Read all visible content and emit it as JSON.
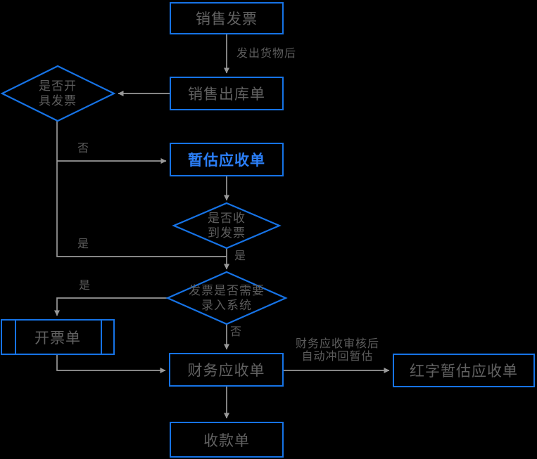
{
  "diagram": {
    "title_hint": "sales-receivable-flowchart",
    "colors": {
      "background": "#000000",
      "node_border": "#1673e6",
      "node_text": "#616161",
      "highlight_text": "#2b7ff7",
      "edge_line": "#999999",
      "edge_label_text": "#5c5c5c"
    },
    "nodes": {
      "sales_invoice": {
        "type": "process",
        "label": "销售发票"
      },
      "sales_outbound": {
        "type": "process",
        "label": "销售出库单"
      },
      "decision_issue_invoice": {
        "type": "decision",
        "line1": "是否开",
        "line2": "具发票"
      },
      "estimated_receivable": {
        "type": "process",
        "label": "暂估应收单",
        "highlighted": true
      },
      "decision_invoice_received": {
        "type": "decision",
        "line1": "是否收",
        "line2": "到发票"
      },
      "decision_entry_system": {
        "type": "decision",
        "line1": "发票是否需要",
        "line2": "录入系统"
      },
      "invoicing_order": {
        "type": "subprocess",
        "label": "开票单"
      },
      "financial_receivable": {
        "type": "process",
        "label": "财务应收单"
      },
      "red_estimated_receivable": {
        "type": "process",
        "label": "红字暂估应收单"
      },
      "receipt": {
        "type": "process",
        "label": "收款单"
      }
    },
    "edge_labels": {
      "after_shipping": "发出货物后",
      "no_issue": "否",
      "yes_issue": "是",
      "yes_received": "是",
      "yes_entry": "是",
      "no_entry": "否",
      "reversal_line1": "财务应收审核后",
      "reversal_line2": "自动冲回暂估"
    }
  }
}
